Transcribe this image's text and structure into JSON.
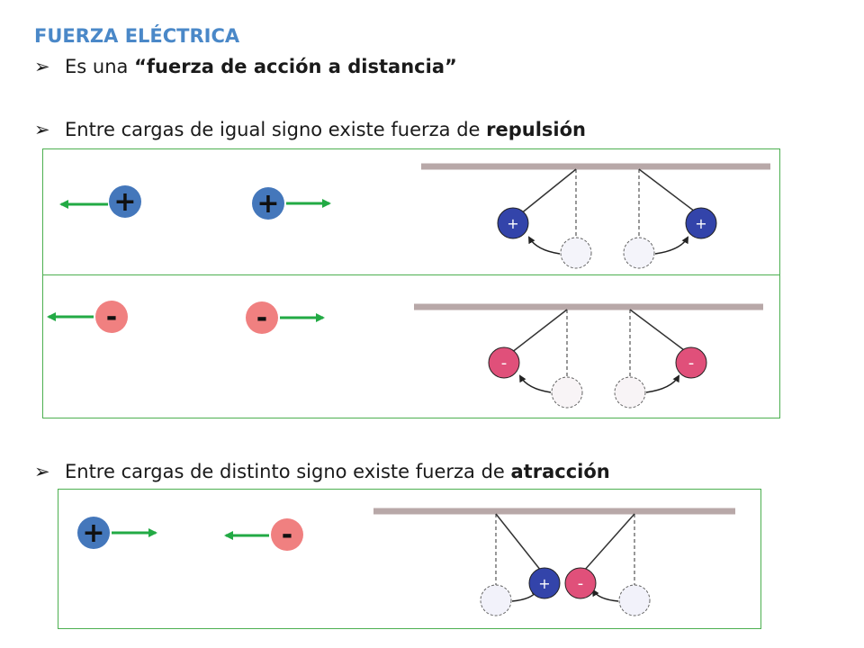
{
  "colors": {
    "title": "#4a88c8",
    "positive": "#4477bb",
    "negative": "#f08080",
    "arrow": "#22aa44",
    "frame": "#4caf50"
  },
  "title": "FUERZA ELÉCTRICA",
  "bullets": [
    {
      "prefix": "Es una ",
      "emph": "“fuerza de acción a distancia”",
      "suffix": ""
    },
    {
      "prefix": "Entre cargas de igual  signo existe fuerza de ",
      "emph": "repulsión",
      "suffix": ""
    },
    {
      "prefix": "Entre cargas de distinto  signo existe fuerza de ",
      "emph": "atracción",
      "suffix": ""
    }
  ],
  "bullet_marker": "➢",
  "charge_symbols": {
    "positive": "+",
    "negative": "-"
  }
}
